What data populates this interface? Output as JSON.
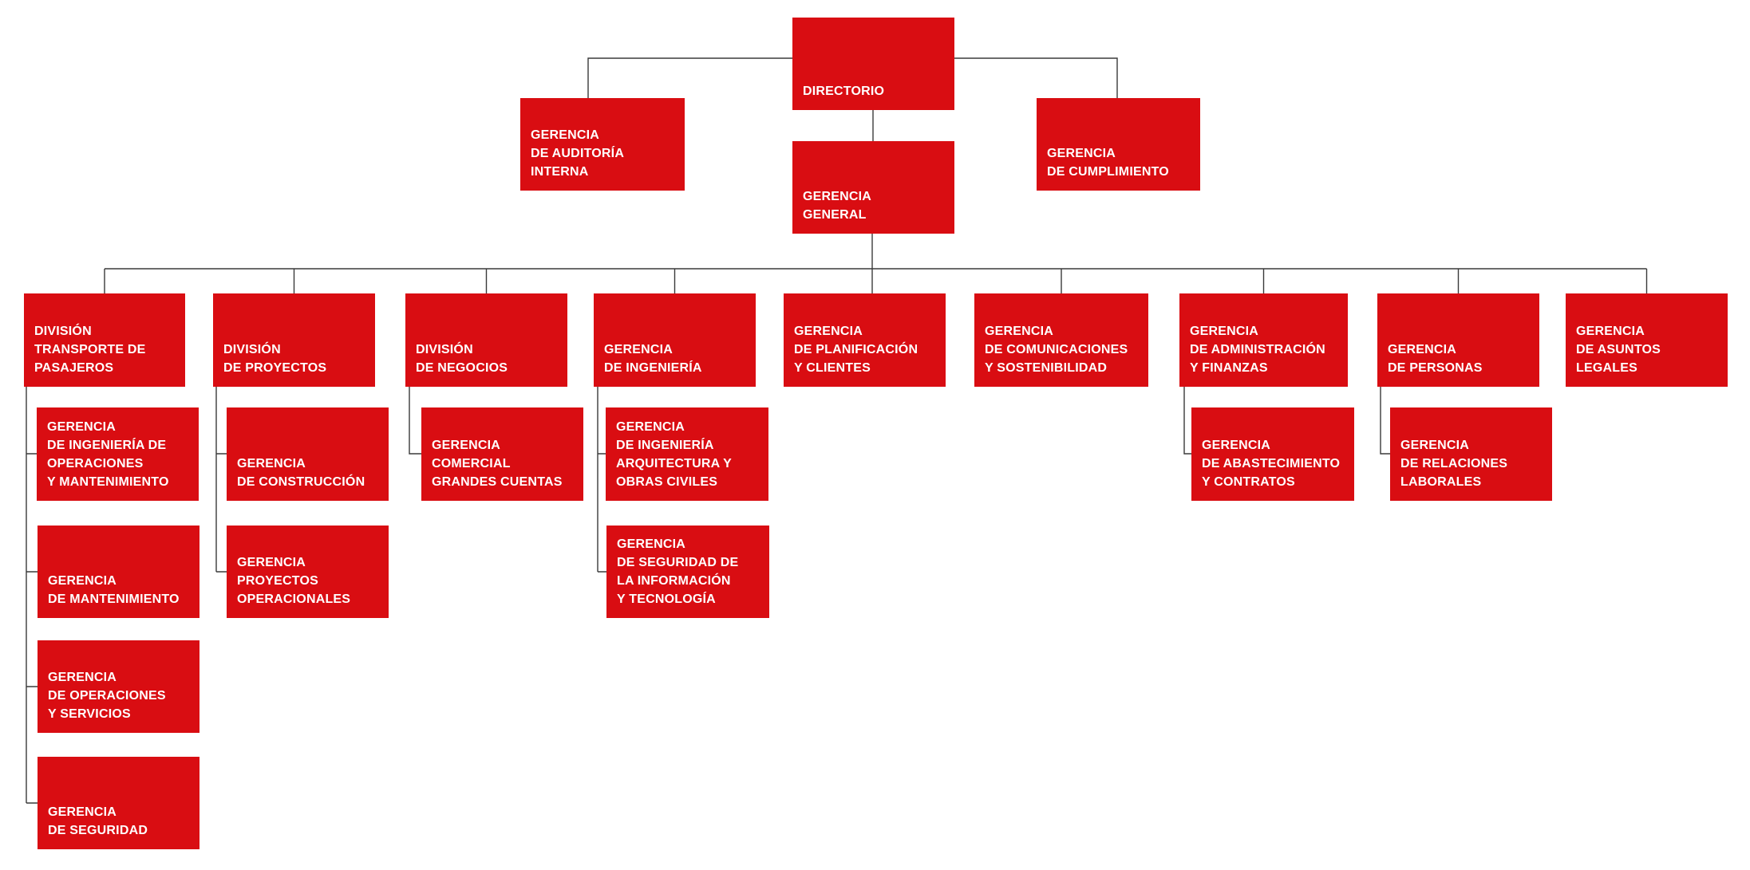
{
  "colors": {
    "box": "#D90D12",
    "text": "#FFFFFF",
    "line": "#3A3A3A",
    "background": "#FFFFFF"
  },
  "nodes": {
    "directorio": {
      "label": "DIRECTORIO"
    },
    "auditoria": {
      "label": "GERENCIA\nDE AUDITORÍA\nINTERNA"
    },
    "cumplimiento": {
      "label": "GERENCIA\nDE CUMPLIMIENTO"
    },
    "general": {
      "label": "GERENCIA\nGENERAL"
    },
    "div1": {
      "label": "DIVISIÓN\nTRANSPORTE DE\nPASAJEROS"
    },
    "div2": {
      "label": "DIVISIÓN\nDE PROYECTOS"
    },
    "div3": {
      "label": "DIVISIÓN\nDE NEGOCIOS"
    },
    "div4": {
      "label": "GERENCIA\nDE INGENIERÍA"
    },
    "div5": {
      "label": "GERENCIA\nDE PLANIFICACIÓN\nY CLIENTES"
    },
    "div6": {
      "label": "GERENCIA\nDE COMUNICACIONES\nY SOSTENIBILIDAD"
    },
    "div7": {
      "label": "GERENCIA\nDE ADMINISTRACIÓN\nY FINANZAS"
    },
    "div8": {
      "label": "GERENCIA\nDE PERSONAS"
    },
    "div9": {
      "label": "GERENCIA\nDE ASUNTOS\nLEGALES"
    },
    "child1a": {
      "label": "GERENCIA\nDE INGENIERÍA DE\nOPERACIONES\nY MANTENIMIENTO"
    },
    "child1b": {
      "label": "GERENCIA\nDE MANTENIMIENTO"
    },
    "child1c": {
      "label": "GERENCIA\nDE OPERACIONES\nY SERVICIOS"
    },
    "child1d": {
      "label": "GERENCIA\nDE SEGURIDAD"
    },
    "child2a": {
      "label": "GERENCIA\nDE CONSTRUCCIÓN"
    },
    "child2b": {
      "label": "GERENCIA\nPROYECTOS\nOPERACIONALES"
    },
    "child3a": {
      "label": "GERENCIA\nCOMERCIAL\nGRANDES CUENTAS"
    },
    "child4a": {
      "label": "GERENCIA\nDE INGENIERÍA\nARQUITECTURA Y\nOBRAS CIVILES"
    },
    "child4b": {
      "label": "GERENCIA\nDE SEGURIDAD DE\nLA INFORMACIÓN\nY TECNOLOGÍA"
    },
    "child7a": {
      "label": "GERENCIA\nDE ABASTECIMIENTO\nY CONTRATOS"
    },
    "child8a": {
      "label": "GERENCIA\nDE RELACIONES\nLABORALES"
    }
  },
  "edges": [
    [
      "directorio",
      "auditoria"
    ],
    [
      "directorio",
      "cumplimiento"
    ],
    [
      "directorio",
      "general"
    ],
    [
      "general",
      "div1"
    ],
    [
      "general",
      "div2"
    ],
    [
      "general",
      "div3"
    ],
    [
      "general",
      "div4"
    ],
    [
      "general",
      "div5"
    ],
    [
      "general",
      "div6"
    ],
    [
      "general",
      "div7"
    ],
    [
      "general",
      "div8"
    ],
    [
      "general",
      "div9"
    ],
    [
      "div1",
      "child1a"
    ],
    [
      "div1",
      "child1b"
    ],
    [
      "div1",
      "child1c"
    ],
    [
      "div1",
      "child1d"
    ],
    [
      "div2",
      "child2a"
    ],
    [
      "div2",
      "child2b"
    ],
    [
      "div3",
      "child3a"
    ],
    [
      "div4",
      "child4a"
    ],
    [
      "div4",
      "child4b"
    ],
    [
      "div7",
      "child7a"
    ],
    [
      "div8",
      "child8a"
    ]
  ]
}
